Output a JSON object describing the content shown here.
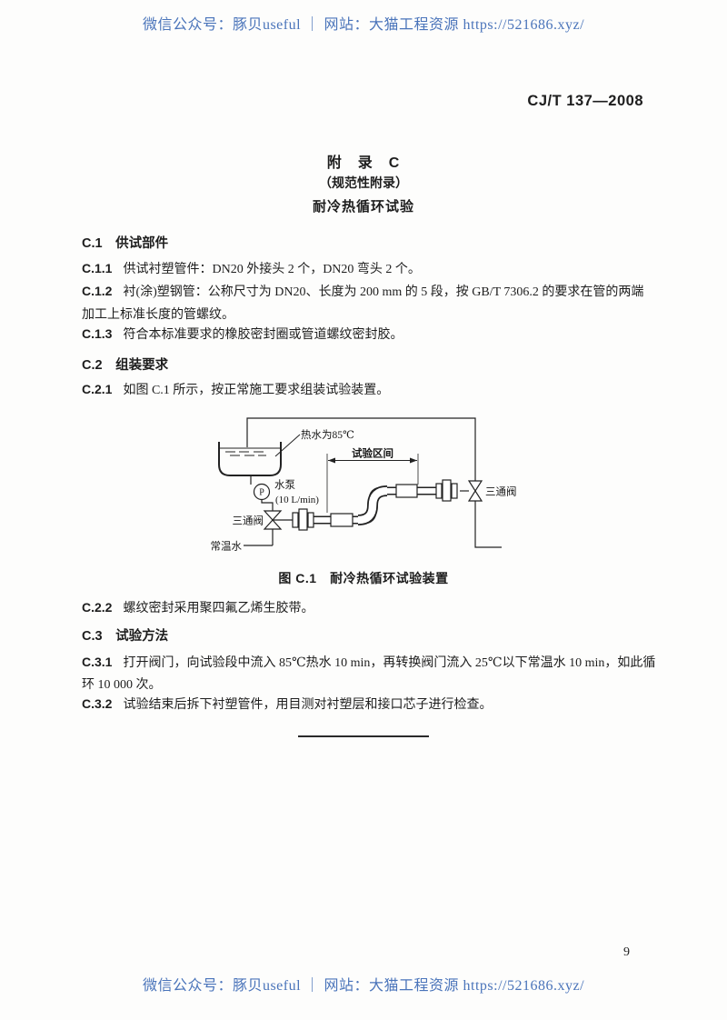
{
  "watermark": {
    "text": "微信公众号：豚贝useful ｜ 网站：大猫工程资源 https://521686.xyz/",
    "color": "#4a74ba"
  },
  "header": {
    "doc_number": "CJ/T 137—2008"
  },
  "title": {
    "appendix": "附　录　C",
    "type": "（规范性附录）",
    "name": "耐冷热循环试验"
  },
  "c1": {
    "heading": "C.1　供试部件",
    "c111": {
      "num": "C.1.1",
      "text": "供试衬塑管件：DN20 外接头 2 个，DN20 弯头 2 个。"
    },
    "c112": {
      "num": "C.1.2",
      "text": "衬(涂)塑钢管：公称尺寸为 DN20、长度为 200 mm 的 5 段，按 GB/T 7306.2 的要求在管的两端",
      "text2": "加工上标准长度的管螺纹。"
    },
    "c113": {
      "num": "C.1.3",
      "text": "符合本标准要求的橡胶密封圈或管道螺纹密封胶。"
    }
  },
  "c2": {
    "heading": "C.2　组装要求",
    "c221": {
      "num": "C.2.1",
      "text": "如图 C.1 所示，按正常施工要求组装试验装置。"
    },
    "c222": {
      "num": "C.2.2",
      "text": "螺纹密封采用聚四氟乙烯生胶带。"
    }
  },
  "c3": {
    "heading": "C.3　试验方法",
    "c331": {
      "num": "C.3.1",
      "text": "打开阀门，向试验段中流入 85℃热水 10 min，再转换阀门流入 25℃以下常温水 10 min，如此循",
      "text2": "环 10 000 次。"
    },
    "c332": {
      "num": "C.3.2",
      "text": "试验结束后拆下衬塑管件，用目测对衬塑层和接口芯子进行检查。"
    }
  },
  "figure": {
    "caption": "图 C.1　耐冷热循环试验装置",
    "labels": {
      "hot_water": "热水为85℃",
      "test_span": "试验区间",
      "pump_name": "水泵",
      "pump_flow": "(10 L/min)",
      "pump_symbol": "P",
      "valve_left": "三通阀",
      "valve_right": "三通阀",
      "cold_water": "常温水"
    }
  },
  "page": {
    "number": "9"
  }
}
